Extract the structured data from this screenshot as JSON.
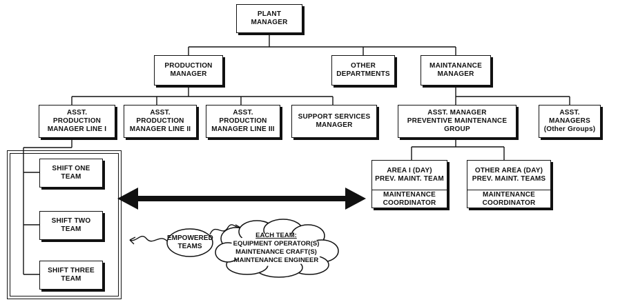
{
  "boxes": {
    "plant_manager": [
      "PLANT",
      "MANAGER"
    ],
    "production_manager": [
      "PRODUCTION",
      "MANAGER"
    ],
    "other_departments": [
      "OTHER",
      "DEPARTMENTS"
    ],
    "maintenance_manager": [
      "MAINTANANCE",
      "MANAGER"
    ],
    "asst_prod_line1": [
      "ASST.",
      "PRODUCTION",
      "MANAGER LINE I"
    ],
    "asst_prod_line2": [
      "ASST.",
      "PRODUCTION",
      "MANAGER LINE II"
    ],
    "asst_prod_line3": [
      "ASST.",
      "PRODUCTION",
      "MANAGER LINE III"
    ],
    "support_services": [
      "SUPPORT SERVICES",
      "MANAGER"
    ],
    "asst_pm_group": [
      "ASST. MANAGER",
      "PREVENTIVE MAINTENANCE",
      "GROUP"
    ],
    "asst_managers_other": [
      "ASST.",
      "MANAGERS",
      "(Other Groups)"
    ],
    "shift_one": [
      "SHIFT ONE",
      "TEAM"
    ],
    "shift_two": [
      "SHIFT TWO",
      "TEAM"
    ],
    "shift_three": [
      "SHIFT THREE",
      "TEAM"
    ],
    "area1": {
      "top": [
        "AREA I (DAY)",
        "PREV. MAINT. TEAM"
      ],
      "bottom": [
        "MAINTENANCE",
        "COORDINATOR"
      ]
    },
    "other_area": {
      "top": [
        "OTHER AREA (DAY)",
        "PREV. MAINT. TEAMS"
      ],
      "bottom": [
        "MAINTENANCE",
        "COORDINATOR"
      ]
    }
  },
  "empowered_teams": [
    "EMPOWERED",
    "TEAMS"
  ],
  "each_team": {
    "heading": "EACH TEAM:",
    "lines": [
      "EQUIPMENT OPERATOR(S)",
      "MAINTENANCE CRAFT(S)",
      "MAINTENANCE ENGINEER"
    ]
  }
}
